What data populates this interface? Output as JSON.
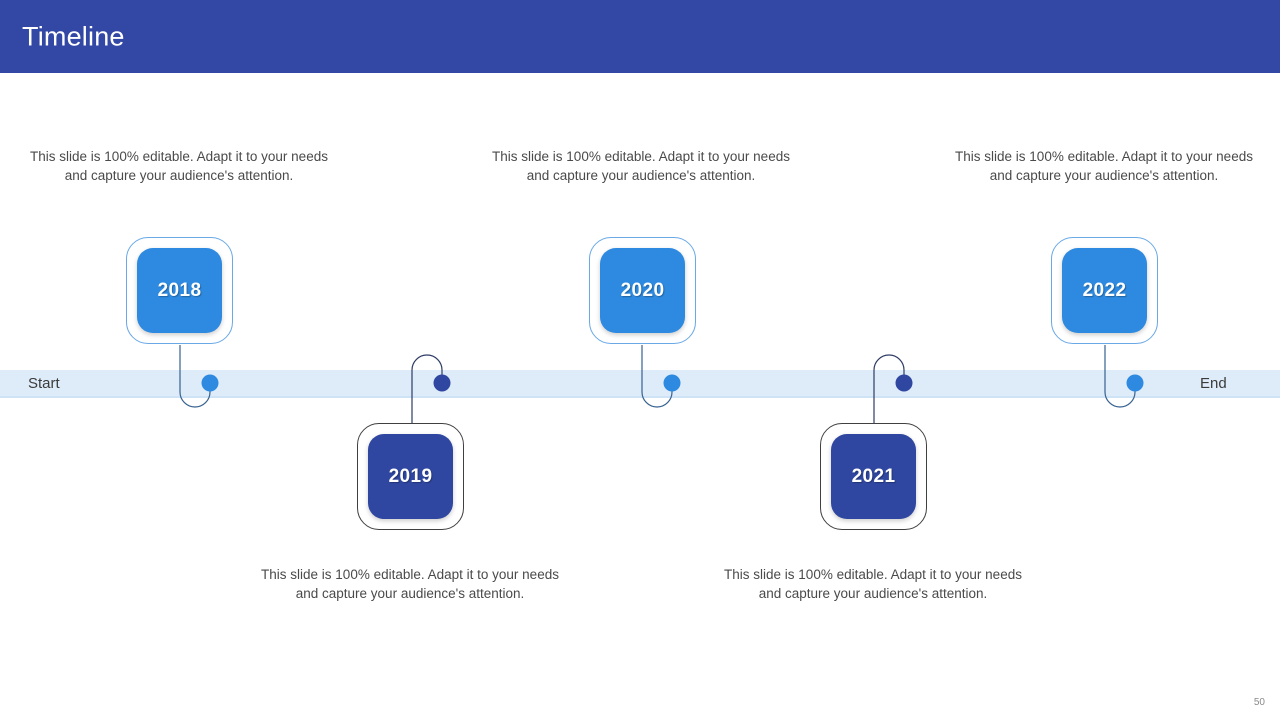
{
  "header": {
    "title": "Timeline",
    "bg_color": "#3347A5",
    "text_color": "#FFFFFF"
  },
  "timeline": {
    "bar_color": "#DEEBF9",
    "start_label": "Start",
    "end_label": "End",
    "bright_color": "#2D8AE0",
    "dark_color": "#2F47A0"
  },
  "milestones": [
    {
      "year": "2018",
      "style": "bright",
      "position": "above",
      "description": "This slide is 100% editable. Adapt it to your needs and capture your audience's attention."
    },
    {
      "year": "2019",
      "style": "dark",
      "position": "below",
      "description": "This slide is 100% editable. Adapt it to your needs and capture your audience's attention."
    },
    {
      "year": "2020",
      "style": "bright",
      "position": "above",
      "description": "This slide is 100% editable. Adapt it to your needs and capture your audience's attention."
    },
    {
      "year": "2021",
      "style": "dark",
      "position": "below",
      "description": "This slide is 100% editable. Adapt it to your needs and capture your audience's attention."
    },
    {
      "year": "2022",
      "style": "bright",
      "position": "above",
      "description": "This slide is 100% editable. Adapt it to your needs and capture your audience's attention."
    }
  ],
  "footer": {
    "page_number": "50"
  }
}
